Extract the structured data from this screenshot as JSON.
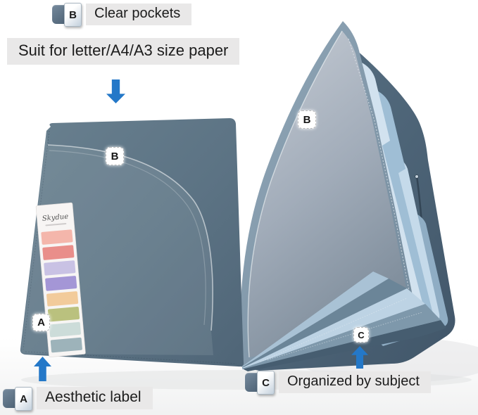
{
  "colors": {
    "accent_arrow": "#2478c8",
    "label_pill_bg": "#e9e8e8",
    "folder_cover": "#5d7486",
    "folder_back_cover": "#4a6073",
    "divider_pages_light_blue": "#b4cee3",
    "clear_pocket_plastic": "#b6bdc7"
  },
  "callouts": {
    "top": {
      "letter": "B",
      "text": "Clear pockets"
    },
    "subtitle": "Suit for letter/A4/A3 size paper",
    "bottom_left": {
      "letter": "A",
      "text": "Aesthetic label"
    },
    "bottom_right": {
      "letter": "C",
      "text": "Organized by subject"
    }
  },
  "badges": {
    "pocket_left": "B",
    "pocket_right": "B",
    "label": "A",
    "subject": "C"
  },
  "product": {
    "brand": "Skydue",
    "label_strip_colors": [
      "#f4b6ab",
      "#e98e8a",
      "#c9c2e4",
      "#a496d6",
      "#f2cb9b",
      "#bac17e",
      "#ccdcd9",
      "#9db3ba"
    ]
  }
}
